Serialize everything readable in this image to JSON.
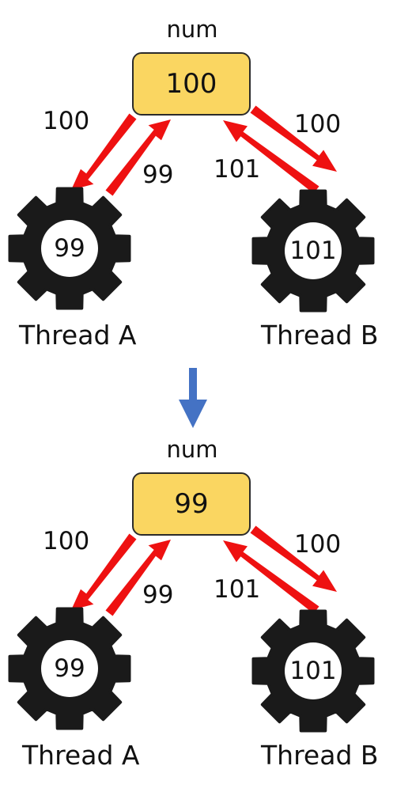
{
  "colors": {
    "box_fill": "#fad661",
    "arrow_red": "#ee1111",
    "arrow_blue": "#4472c4",
    "gear": "#1a1a1a"
  },
  "panels": [
    {
      "variable": {
        "name": "num",
        "value": "100"
      },
      "arrows": {
        "box_to_a": "100",
        "a_to_box": "99",
        "b_to_box": "101",
        "box_to_b": "100"
      },
      "thread_a": {
        "label": "Thread A",
        "value": "99"
      },
      "thread_b": {
        "label": "Thread B",
        "value": "101"
      }
    },
    {
      "variable": {
        "name": "num",
        "value": "99"
      },
      "arrows": {
        "box_to_a": "100",
        "a_to_box": "99",
        "b_to_box": "101",
        "box_to_b": "100"
      },
      "thread_a": {
        "label": "Thread A",
        "value": "99"
      },
      "thread_b": {
        "label": "Thread B",
        "value": "101"
      }
    }
  ]
}
